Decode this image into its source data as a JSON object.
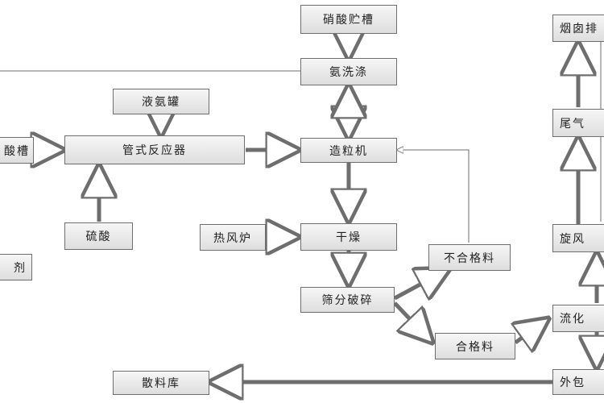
{
  "nodes": {
    "nitric_acid_tank": "硝酸贮槽",
    "ammonia_wash": "氨洗涤",
    "liquid_ammonia_tank": "液氨罐",
    "acid_tank_partial": "酸槽",
    "tube_reactor": "管式反应器",
    "granulator": "造粒机",
    "sulfuric_acid": "硫酸",
    "hot_air_furnace": "热风炉",
    "dryer": "干燥",
    "unqualified_material": "不合格料",
    "screen_crusher": "筛分破碎",
    "qualified_material": "合格料",
    "bulk_storage": "散料库",
    "left_partial": "剂",
    "chimney_partial": "烟囱排",
    "tail_gas_partial": "尾气",
    "cyclone_partial": "旋风",
    "fluidized_partial": "流化",
    "outer_partial": "外包"
  },
  "colors": {
    "line": "#6e6e6e",
    "box_top": "#f6f6f6",
    "box_bottom": "#dedede"
  }
}
